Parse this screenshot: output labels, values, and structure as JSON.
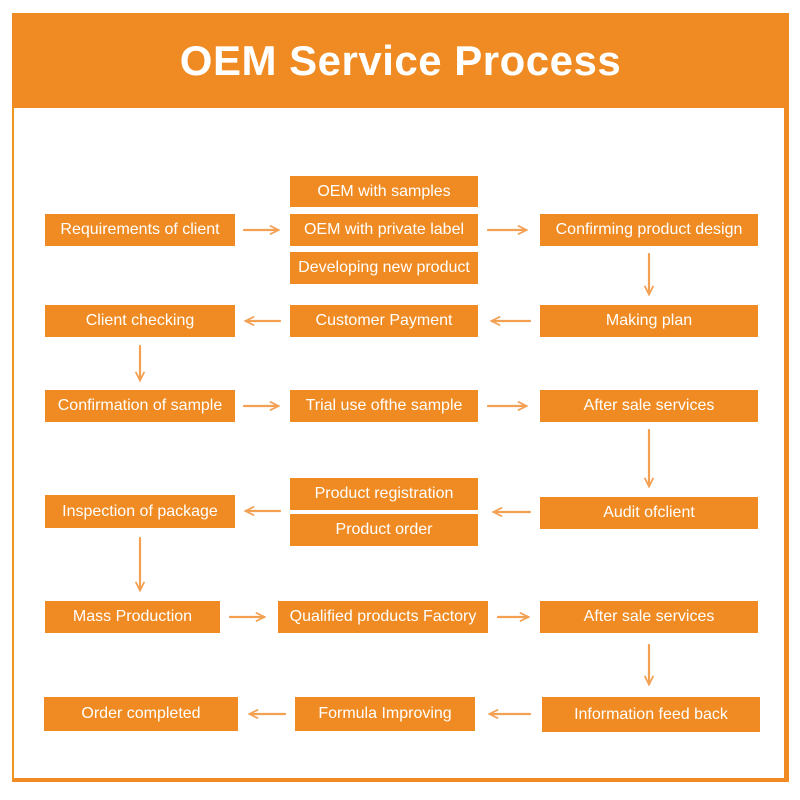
{
  "title": "OEM Service Process",
  "colors": {
    "box_orange": "#ef8b22",
    "arrow_orange": "#f2a052",
    "text_white": "#ffffff"
  },
  "nodes": {
    "requirements": "Requirements of client",
    "oem_samples": "OEM with samples",
    "oem_private_label": "OEM with private label",
    "developing_product": "Developing new product",
    "confirming_design": "Confirming product design",
    "making_plan": "Making plan",
    "customer_payment": "Customer Payment",
    "client_checking": "Client checking",
    "confirmation_sample": "Confirmation of sample",
    "trial_use": "Trial use ofthe sample",
    "after_sale_1": "After sale services",
    "audit_client": "Audit ofclient",
    "product_registration": "Product registration",
    "product_order": "Product order",
    "inspection_package": "Inspection of package",
    "mass_production": "Mass Production",
    "qualified_products": "Qualified products Factory",
    "after_sale_2": "After sale services",
    "information_feedback": "Information feed back",
    "formula_improving": "Formula Improving",
    "order_completed": "Order completed"
  }
}
